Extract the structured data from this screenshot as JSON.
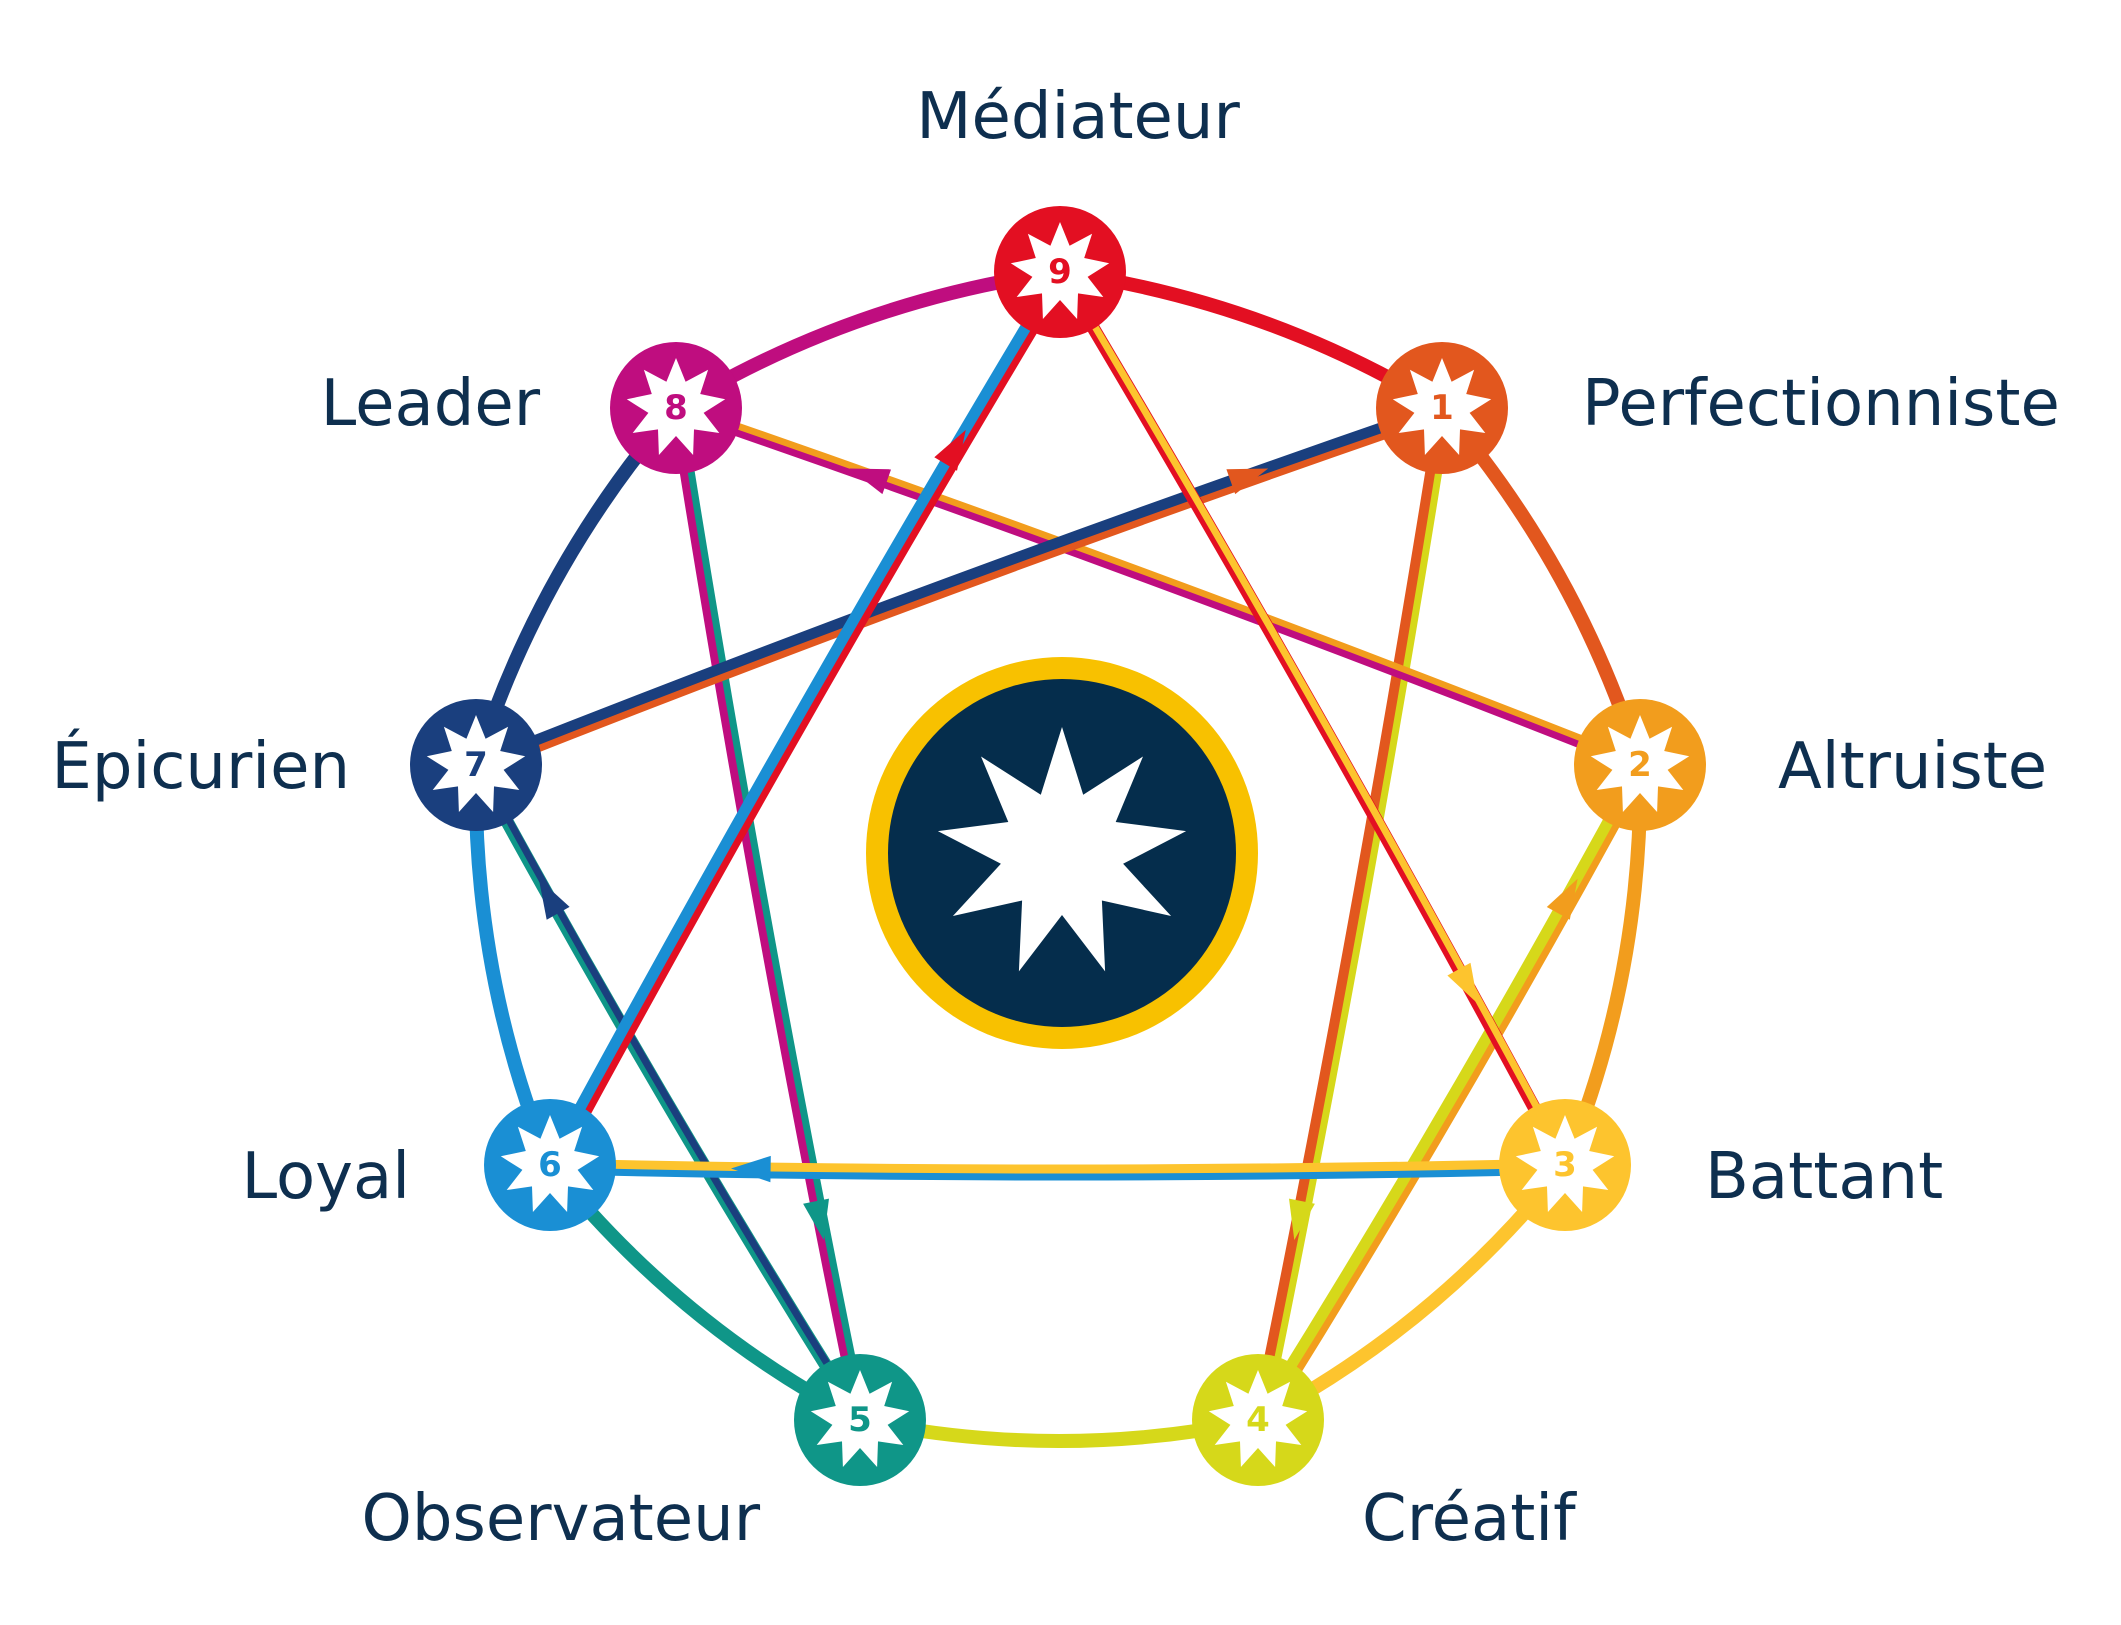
{
  "diagram": {
    "labels": {
      "n1": "Perfectionniste",
      "n2": "Altruiste",
      "n3": "Battant",
      "n4": "Créatif",
      "n5": "Observateur",
      "n6": "Loyal",
      "n7": "Épicurien",
      "n8": "Leader",
      "n9": "Médiateur"
    },
    "numbers": {
      "n1": "1",
      "n2": "2",
      "n3": "3",
      "n4": "4",
      "n5": "5",
      "n6": "6",
      "n7": "7",
      "n8": "8",
      "n9": "9"
    },
    "colors": {
      "n1": "#e2571e",
      "n2": "#f29d1d",
      "n3": "#fdc42e",
      "n4": "#d6d81a",
      "n5": "#0f9688",
      "n6": "#1a8fd4",
      "n7": "#1a3f7e",
      "n8": "#bf0d7f",
      "n9": "#e30f22",
      "center_fill": "#052d4c",
      "center_ring": "#f8c100",
      "text": "#0e2f4f"
    },
    "center_icon": "nine-point-star-icon"
  }
}
